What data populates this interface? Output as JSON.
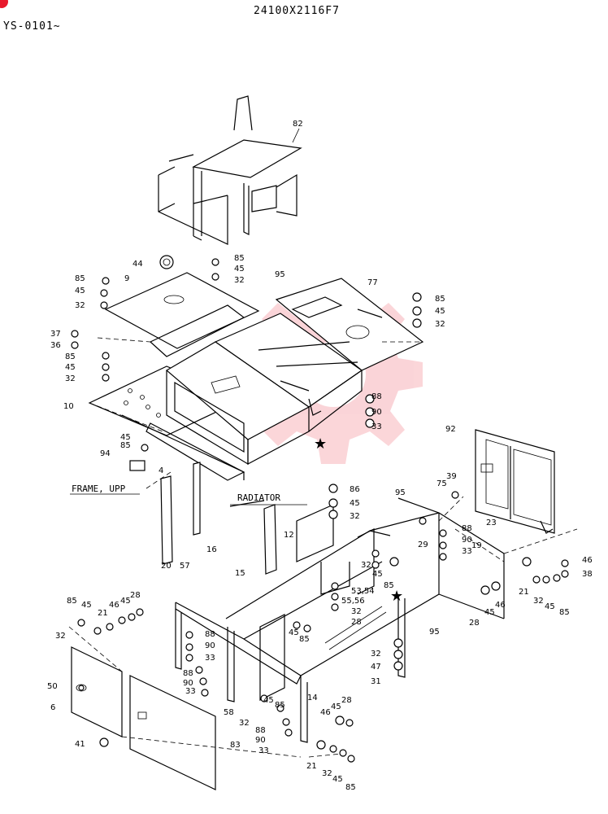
{
  "header": {
    "code": "24100X2116F7",
    "serial": "YS-0101~"
  },
  "labels": {
    "radiator": "RADIATOR",
    "frame_upp": "FRAME, UPP"
  },
  "colors": {
    "ink": "#000000",
    "watermark": "#e8192c",
    "corner_mark": "#e8192c"
  },
  "callouts": [
    {
      "id": "c82",
      "text": "82"
    },
    {
      "id": "c44",
      "text": "44"
    },
    {
      "id": "c85a",
      "text": "85"
    },
    {
      "id": "c45a",
      "text": "45"
    },
    {
      "id": "c32a",
      "text": "32"
    },
    {
      "id": "c85b",
      "text": "85"
    },
    {
      "id": "c45b",
      "text": "45"
    },
    {
      "id": "c32b",
      "text": "32"
    },
    {
      "id": "c9",
      "text": "9"
    },
    {
      "id": "c95a",
      "text": "95"
    },
    {
      "id": "c77",
      "text": "77"
    },
    {
      "id": "c85c",
      "text": "85"
    },
    {
      "id": "c45c",
      "text": "45"
    },
    {
      "id": "c32c",
      "text": "32"
    },
    {
      "id": "c37",
      "text": "37"
    },
    {
      "id": "c36",
      "text": "36"
    },
    {
      "id": "c85d",
      "text": "85"
    },
    {
      "id": "c45d",
      "text": "45"
    },
    {
      "id": "c32d",
      "text": "32"
    },
    {
      "id": "c10",
      "text": "10"
    },
    {
      "id": "c88a",
      "text": "88"
    },
    {
      "id": "c90a",
      "text": "90"
    },
    {
      "id": "c33a",
      "text": "33"
    },
    {
      "id": "c92",
      "text": "92"
    },
    {
      "id": "c45e",
      "text": "45"
    },
    {
      "id": "c85e",
      "text": "85"
    },
    {
      "id": "c94",
      "text": "94"
    },
    {
      "id": "c4",
      "text": "4"
    },
    {
      "id": "c39",
      "text": "39"
    },
    {
      "id": "c75",
      "text": "75"
    },
    {
      "id": "c86",
      "text": "86"
    },
    {
      "id": "c45f",
      "text": "45"
    },
    {
      "id": "c32e",
      "text": "32"
    },
    {
      "id": "c95b",
      "text": "95"
    },
    {
      "id": "c23",
      "text": "23"
    },
    {
      "id": "c12",
      "text": "12"
    },
    {
      "id": "c29",
      "text": "29"
    },
    {
      "id": "c88b",
      "text": "88"
    },
    {
      "id": "c90b",
      "text": "90"
    },
    {
      "id": "c19",
      "text": "19"
    },
    {
      "id": "c33b",
      "text": "33"
    },
    {
      "id": "c16",
      "text": "16"
    },
    {
      "id": "c15",
      "text": "15"
    },
    {
      "id": "c57",
      "text": "57"
    },
    {
      "id": "c20",
      "text": "20"
    },
    {
      "id": "c32f",
      "text": "32"
    },
    {
      "id": "c45g",
      "text": "45"
    },
    {
      "id": "c85f",
      "text": "85"
    },
    {
      "id": "c5354",
      "text": "53,54"
    },
    {
      "id": "c5556",
      "text": "55,56"
    },
    {
      "id": "c32g",
      "text": "32"
    },
    {
      "id": "c28a",
      "text": "28"
    },
    {
      "id": "c46a",
      "text": "46"
    },
    {
      "id": "c38",
      "text": "38"
    },
    {
      "id": "c21a",
      "text": "21"
    },
    {
      "id": "c32h",
      "text": "32"
    },
    {
      "id": "c45h",
      "text": "45"
    },
    {
      "id": "c85g",
      "text": "85"
    },
    {
      "id": "c28b",
      "text": "28"
    },
    {
      "id": "c45i",
      "text": "45"
    },
    {
      "id": "c46b",
      "text": "46"
    },
    {
      "id": "c95c",
      "text": "95"
    },
    {
      "id": "c85h",
      "text": "85"
    },
    {
      "id": "c45j",
      "text": "45"
    },
    {
      "id": "c21b",
      "text": "21"
    },
    {
      "id": "c46c",
      "text": "46"
    },
    {
      "id": "c45k",
      "text": "45"
    },
    {
      "id": "c28c",
      "text": "28"
    },
    {
      "id": "c32i",
      "text": "32"
    },
    {
      "id": "c88c",
      "text": "88"
    },
    {
      "id": "c90c",
      "text": "90"
    },
    {
      "id": "c33c",
      "text": "33"
    },
    {
      "id": "c88d",
      "text": "88"
    },
    {
      "id": "c90d",
      "text": "90"
    },
    {
      "id": "c33d",
      "text": "33"
    },
    {
      "id": "c45l",
      "text": "45"
    },
    {
      "id": "c85i",
      "text": "85"
    },
    {
      "id": "c32j",
      "text": "32"
    },
    {
      "id": "c47",
      "text": "47"
    },
    {
      "id": "c31",
      "text": "31"
    },
    {
      "id": "c50",
      "text": "50"
    },
    {
      "id": "c6",
      "text": "6"
    },
    {
      "id": "c14",
      "text": "14"
    },
    {
      "id": "c45m",
      "text": "45"
    },
    {
      "id": "c85j",
      "text": "85"
    },
    {
      "id": "c58",
      "text": "58"
    },
    {
      "id": "c32k",
      "text": "32"
    },
    {
      "id": "c88e",
      "text": "88"
    },
    {
      "id": "c90e",
      "text": "90"
    },
    {
      "id": "c33e",
      "text": "33"
    },
    {
      "id": "c46d",
      "text": "46"
    },
    {
      "id": "c45n",
      "text": "45"
    },
    {
      "id": "c28d",
      "text": "28"
    },
    {
      "id": "c41",
      "text": "41"
    },
    {
      "id": "c83",
      "text": "83"
    },
    {
      "id": "c21c",
      "text": "21"
    },
    {
      "id": "c32l",
      "text": "32"
    },
    {
      "id": "c45o",
      "text": "45"
    },
    {
      "id": "c85k",
      "text": "85"
    }
  ]
}
